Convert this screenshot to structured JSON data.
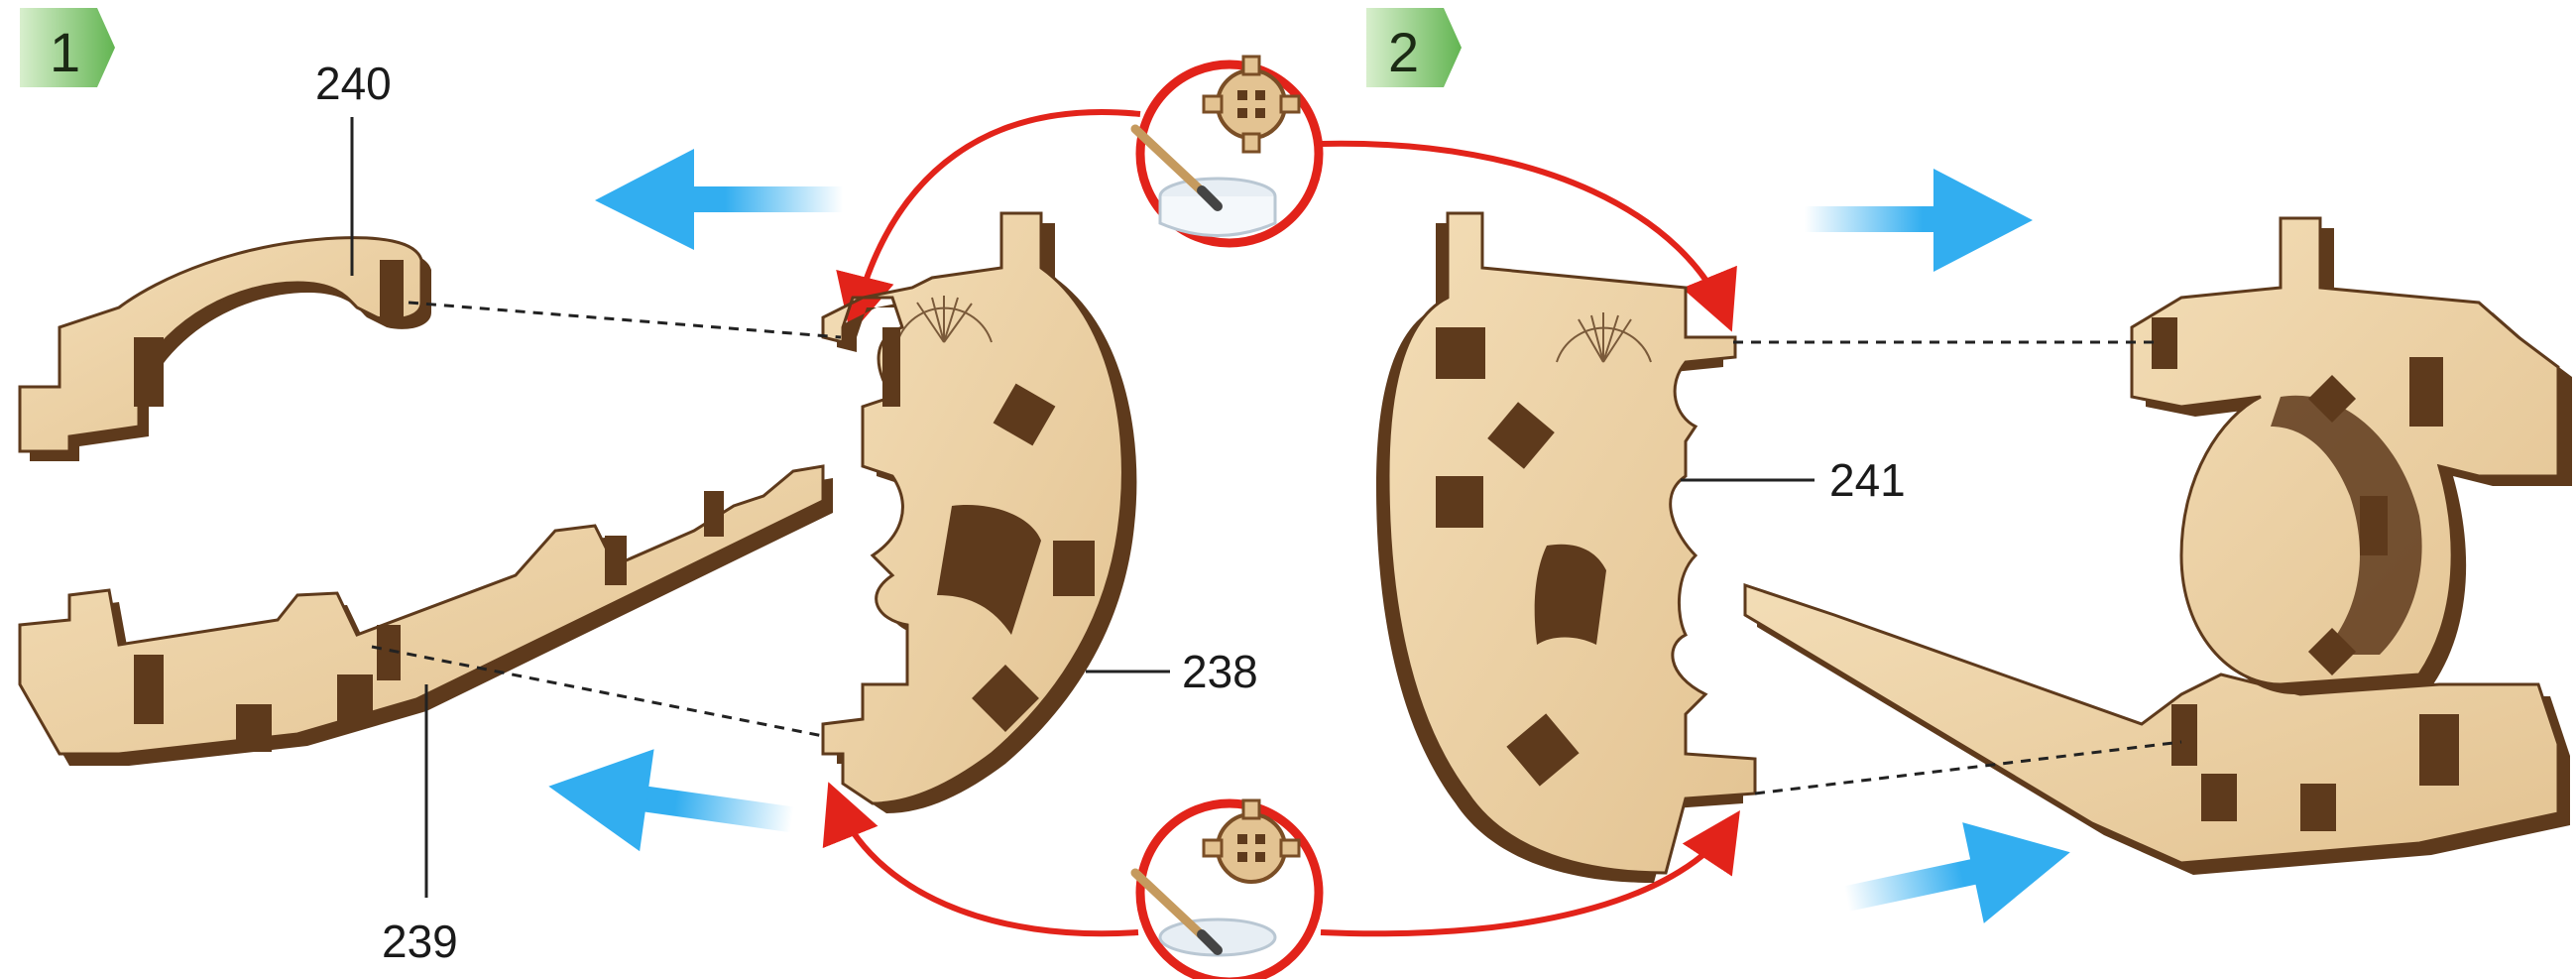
{
  "steps": [
    "1",
    "2"
  ],
  "callouts": {
    "part_240": "240",
    "part_239": "239",
    "part_238": "238",
    "part_241": "241"
  },
  "colors": {
    "wood_face": "#ecd3aa",
    "wood_edge": "#5e3a1c",
    "step_badge": "#7cc36b",
    "move_arrow": "#32aef0",
    "glue_arrow": "#e2231a"
  },
  "icons": [
    "step-badge-icon",
    "move-arrow-icon",
    "glue-pot-icon",
    "gear-icon",
    "brush-icon",
    "spring-pattern-icon"
  ]
}
